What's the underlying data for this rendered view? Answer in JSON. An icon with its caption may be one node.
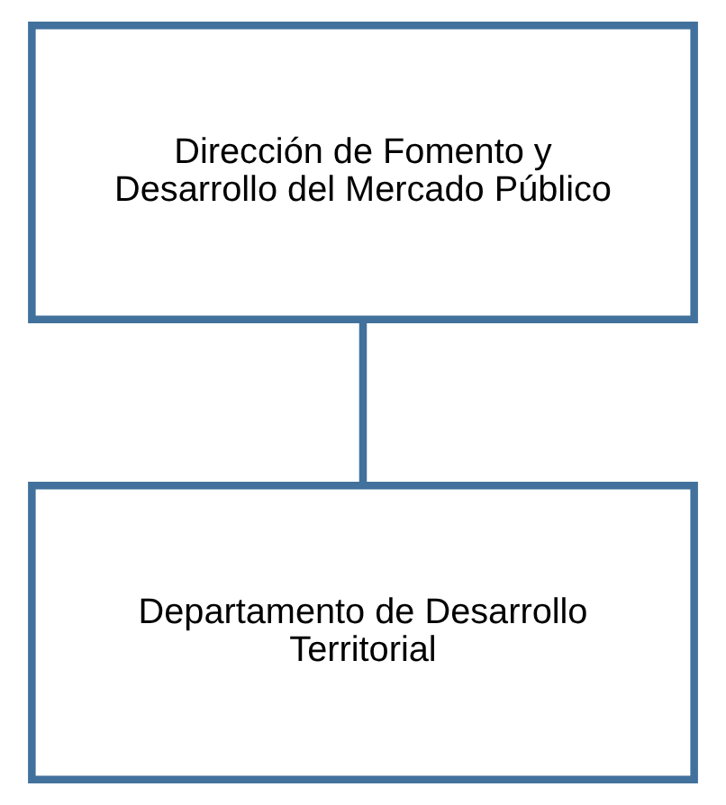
{
  "diagram": {
    "nodes": [
      {
        "text": [
          "Dirección de Fomento y Desarrollo del Mercado Público"
        ]
      },
      {
        "text": [
          "Departamento de Desarrollo Territorial"
        ]
      }
    ],
    "edges": [
      {
        "from": 0,
        "to": 1,
        "arrow": "none"
      }
    ]
  }
}
